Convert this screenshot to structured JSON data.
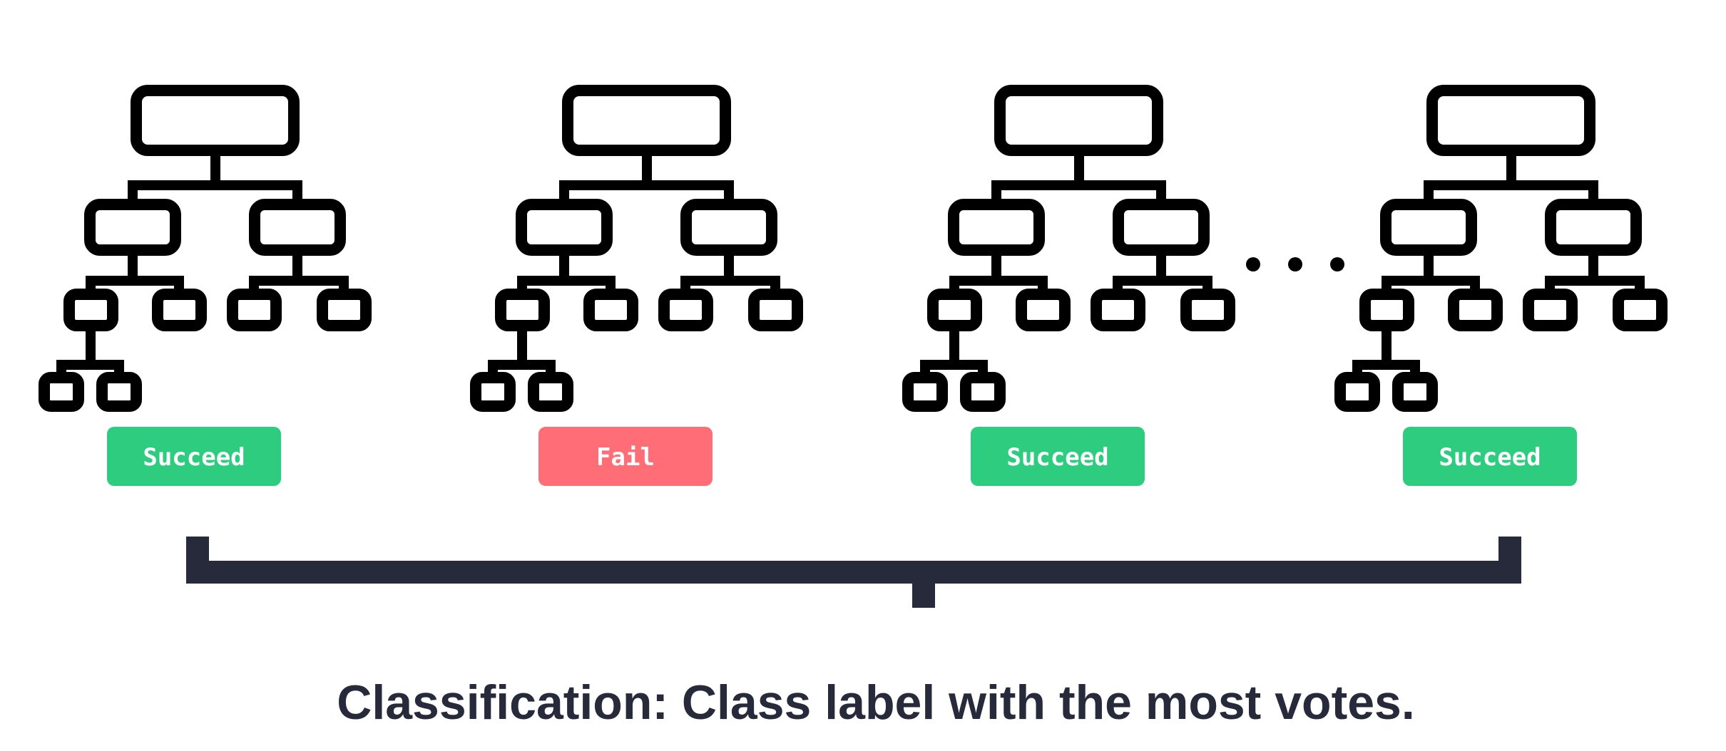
{
  "colors": {
    "succeed": "#2ecc7f",
    "fail": "#ff6e76",
    "bracket": "#262a3b",
    "tree_stroke": "#000000",
    "caption": "#262a3b"
  },
  "trees": [
    {
      "icon": "decision-tree-icon",
      "vote": "Succeed",
      "status": "succeed"
    },
    {
      "icon": "decision-tree-icon",
      "vote": "Fail",
      "status": "fail"
    },
    {
      "icon": "decision-tree-icon",
      "vote": "Succeed",
      "status": "succeed"
    },
    {
      "icon": "decision-tree-icon",
      "vote": "Succeed",
      "status": "succeed"
    }
  ],
  "ellipsis_icon": "ellipsis-icon",
  "bracket_icon": "aggregation-bracket-icon",
  "caption": "Classification: Class label with the most votes."
}
